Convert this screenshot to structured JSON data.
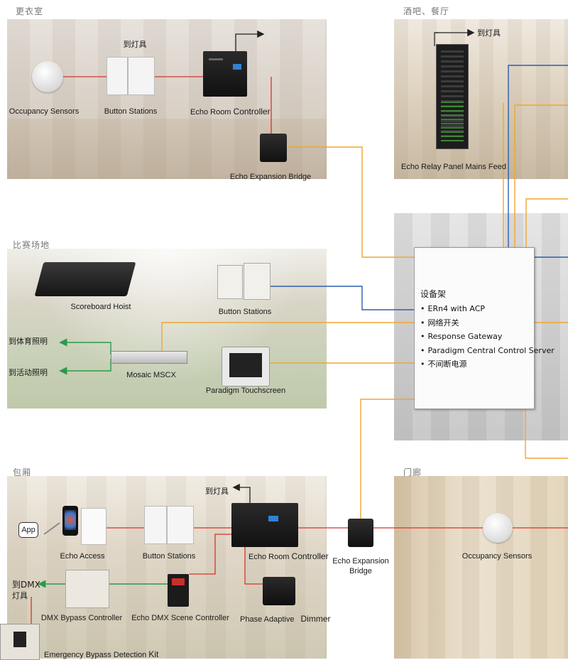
{
  "sections": {
    "locker_room": "更衣室",
    "bar": "酒吧、餐厅",
    "arena": "比赛场地",
    "suite": "包厢",
    "lobby": "门廊"
  },
  "locker_room": {
    "occupancy_sensors": "Occupancy  Sensors",
    "button_stations": "Button  Stations",
    "to_lights": "到灯具",
    "echo_room_controller_a": "Echo Room",
    "echo_room_controller_b": "Controller",
    "expansion_bridge": "Echo Expansion  Bridge"
  },
  "bar": {
    "to_lights": "到灯具",
    "relay_panel": "Echo Relay Panel Mains  Feed"
  },
  "arena": {
    "scoreboard_hoist": "Scoreboard Hoist",
    "button_stations": "Button  Stations",
    "to_sports_lighting": "到体育照明",
    "to_event_lighting": "到活动照明",
    "mosaic": "Mosaic  MSCX",
    "touchscreen": "Paradigm  Touchscreen"
  },
  "rack": {
    "title": "设备架",
    "items": [
      "ERn4 with    ACP",
      "网络开关",
      "Response Gateway",
      "Paradigm Central Control Server",
      "不间断电源"
    ]
  },
  "suite": {
    "to_lights": "到灯具",
    "app": "App",
    "echo_access": "Echo Access",
    "button_stations": "Button  Stations",
    "echo_room_controller_a": "Echo Room",
    "echo_room_controller_b": "Controller",
    "to_dmx_a": "到DMX",
    "to_dmx_b": "灯具",
    "dmx_bypass": "DMX  Bypass Controller",
    "echo_dmx_scene": "Echo DMX  Scene Controller",
    "phase_adaptive_a": "Phase Adaptive",
    "phase_adaptive_b": "Dimmer",
    "emergency_kit_a": "Emergency Bypass Detection",
    "emergency_kit_b": "Kit"
  },
  "bridge": {
    "line1": "Echo Expansion",
    "line2": "Bridge"
  },
  "lobby": {
    "occupancy_sensors": "Occupancy  Sensors"
  },
  "colors": {
    "red_wire": "#d8332b",
    "orange_wire": "#f0a632",
    "blue_wire": "#2c5fb0",
    "green_wire": "#2a9a4a"
  }
}
